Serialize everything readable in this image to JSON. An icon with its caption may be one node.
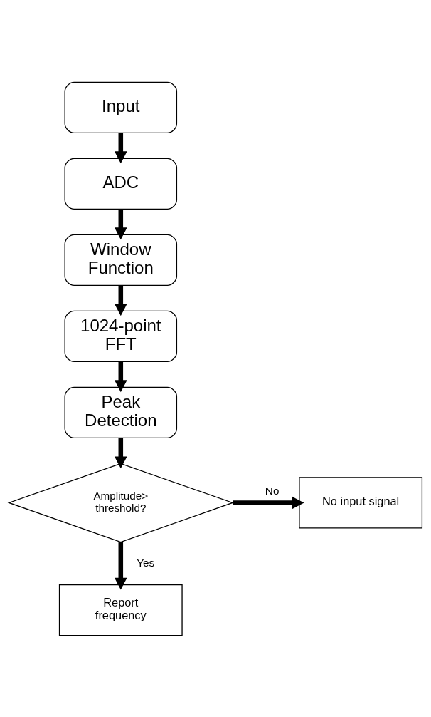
{
  "diagram": {
    "nodes": [
      {
        "text": [
          "Input"
        ]
      },
      {
        "text": [
          "ADC"
        ]
      },
      {
        "text": [
          "Window Function"
        ]
      },
      {
        "text": [
          "1024-point FFT"
        ]
      },
      {
        "text": [
          "Peak Detection"
        ]
      },
      {
        "text": [
          "Amplitude> threshold?"
        ]
      },
      {
        "text": [
          "No input signal"
        ]
      },
      {
        "text": [
          "Report frequency"
        ]
      }
    ],
    "edges": [
      {
        "from": 0,
        "to": 1,
        "arrow": "to"
      },
      {
        "from": 1,
        "to": 2,
        "arrow": "to"
      },
      {
        "from": 2,
        "to": 3,
        "arrow": "to"
      },
      {
        "from": 3,
        "to": 4,
        "arrow": "to"
      },
      {
        "from": 4,
        "to": 5,
        "arrow": "to"
      },
      {
        "from": 5,
        "to": 6,
        "arrow": "to",
        "label": "No"
      },
      {
        "from": 5,
        "to": 7,
        "arrow": "to",
        "label": "Yes"
      }
    ]
  }
}
